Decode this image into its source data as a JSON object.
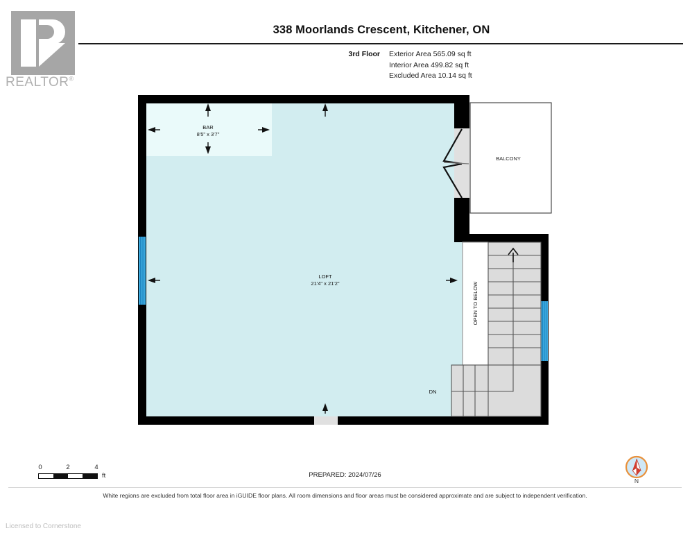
{
  "logo": {
    "wordmark": "REALTOR",
    "registered_mark": "®"
  },
  "header": {
    "title": "338 Moorlands Crescent, Kitchener, ON",
    "floor_label": "3rd Floor",
    "areas": [
      "Exterior Area 565.09 sq ft",
      "Interior Area 499.82 sq ft",
      "Excluded Area 10.14 sq ft"
    ]
  },
  "floorplan": {
    "rooms": [
      {
        "name": "BAR",
        "dimensions": "8'5\" x 3'7\""
      },
      {
        "name": "LOFT",
        "dimensions": "21'4\" x 21'2\""
      },
      {
        "name": "BALCONY",
        "dimensions": ""
      }
    ],
    "annotations": [
      {
        "name": "open-to-below",
        "text": "OPEN TO BELOW"
      },
      {
        "name": "stairs-down",
        "text": "DN"
      }
    ],
    "colors": {
      "loft_fill": "#d2edf0",
      "bar_fill": "#eafafa",
      "wall": "#000000",
      "window": "#3cabe0",
      "stairs_fill": "#dcdcdc",
      "balcony_fill": "#ffffff",
      "door_fill": "#e0e0e0"
    }
  },
  "scale": {
    "ticks": [
      "0",
      "2",
      "4"
    ],
    "unit": "ft"
  },
  "prepared": "PREPARED: 2024/07/26",
  "compass": {
    "label": "N"
  },
  "footer": {
    "note": "White regions are excluded from total floor area in iGUIDE floor plans. All room dimensions and floor areas must be considered approximate and are subject to independent verification.",
    "licensed": "Licensed to Cornerstone"
  }
}
